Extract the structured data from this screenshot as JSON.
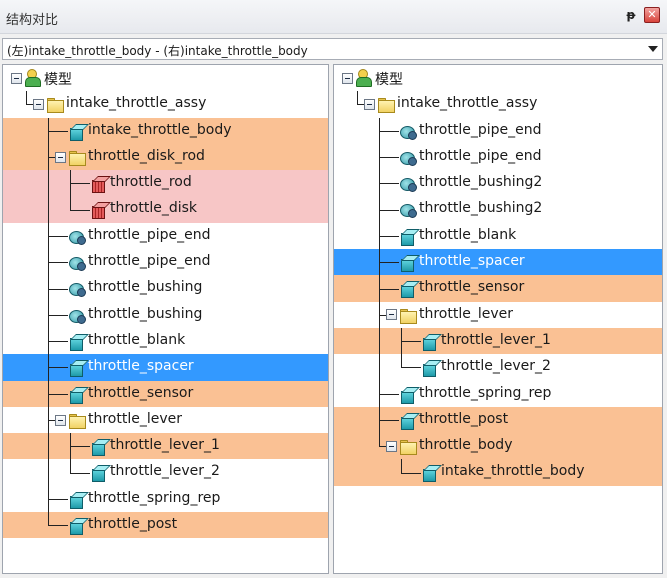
{
  "window": {
    "title": "结构对比",
    "pin_glyph": "ᵽ",
    "close_glyph": "✕"
  },
  "compare_select": {
    "value": "(左)intake_throttle_body - (右)intake_throttle_body"
  },
  "left_tree": [
    {
      "label": "模型",
      "icon": "model-icon",
      "depth": 0,
      "expander": true,
      "highlight": "none"
    },
    {
      "label": "intake_throttle_assy",
      "icon": "folder-icon",
      "depth": 1,
      "expander": true,
      "highlight": "none"
    },
    {
      "label": "intake_throttle_body",
      "icon": "part-icon",
      "depth": 2,
      "expander": false,
      "highlight": "orange"
    },
    {
      "label": "throttle_disk_rod",
      "icon": "folder-icon",
      "depth": 2,
      "expander": true,
      "highlight": "orange"
    },
    {
      "label": "throttle_rod",
      "icon": "red-part-icon",
      "depth": 3,
      "expander": false,
      "highlight": "pink"
    },
    {
      "label": "throttle_disk",
      "icon": "red-part-icon",
      "depth": 3,
      "expander": false,
      "highlight": "pink"
    },
    {
      "label": "throttle_pipe_end",
      "icon": "gear-part-icon",
      "depth": 2,
      "expander": false,
      "highlight": "none"
    },
    {
      "label": "throttle_pipe_end",
      "icon": "gear-part-icon",
      "depth": 2,
      "expander": false,
      "highlight": "none"
    },
    {
      "label": "throttle_bushing",
      "icon": "gear-part-icon",
      "depth": 2,
      "expander": false,
      "highlight": "none"
    },
    {
      "label": "throttle_bushing",
      "icon": "gear-part-icon",
      "depth": 2,
      "expander": false,
      "highlight": "none"
    },
    {
      "label": "throttle_blank",
      "icon": "part-icon",
      "depth": 2,
      "expander": false,
      "highlight": "none"
    },
    {
      "label": "throttle_spacer",
      "icon": "part-icon",
      "depth": 2,
      "expander": false,
      "highlight": "blue"
    },
    {
      "label": "throttle_sensor",
      "icon": "part-icon",
      "depth": 2,
      "expander": false,
      "highlight": "orange"
    },
    {
      "label": "throttle_lever",
      "icon": "folder-icon",
      "depth": 2,
      "expander": true,
      "highlight": "none"
    },
    {
      "label": "throttle_lever_1",
      "icon": "part-icon",
      "depth": 3,
      "expander": false,
      "highlight": "orange"
    },
    {
      "label": "throttle_lever_2",
      "icon": "part-icon",
      "depth": 3,
      "expander": false,
      "highlight": "none"
    },
    {
      "label": "throttle_spring_rep",
      "icon": "part-icon",
      "depth": 2,
      "expander": false,
      "highlight": "none"
    },
    {
      "label": "throttle_post",
      "icon": "part-icon",
      "depth": 2,
      "expander": false,
      "highlight": "orange"
    }
  ],
  "right_tree": [
    {
      "label": "模型",
      "icon": "model-icon",
      "depth": 0,
      "expander": true,
      "highlight": "none"
    },
    {
      "label": "intake_throttle_assy",
      "icon": "folder-icon",
      "depth": 1,
      "expander": true,
      "highlight": "none"
    },
    {
      "label": "throttle_pipe_end",
      "icon": "gear-part-icon",
      "depth": 2,
      "expander": false,
      "highlight": "none"
    },
    {
      "label": "throttle_pipe_end",
      "icon": "gear-part-icon",
      "depth": 2,
      "expander": false,
      "highlight": "none"
    },
    {
      "label": "throttle_bushing2",
      "icon": "gear-part-icon",
      "depth": 2,
      "expander": false,
      "highlight": "none"
    },
    {
      "label": "throttle_bushing2",
      "icon": "gear-part-icon",
      "depth": 2,
      "expander": false,
      "highlight": "none"
    },
    {
      "label": "throttle_blank",
      "icon": "part-icon",
      "depth": 2,
      "expander": false,
      "highlight": "none"
    },
    {
      "label": "throttle_spacer",
      "icon": "part-icon",
      "depth": 2,
      "expander": false,
      "highlight": "blue"
    },
    {
      "label": "throttle_sensor",
      "icon": "part-icon",
      "depth": 2,
      "expander": false,
      "highlight": "orange"
    },
    {
      "label": "throttle_lever",
      "icon": "folder-icon",
      "depth": 2,
      "expander": true,
      "highlight": "none"
    },
    {
      "label": "throttle_lever_1",
      "icon": "part-icon",
      "depth": 3,
      "expander": false,
      "highlight": "orange"
    },
    {
      "label": "throttle_lever_2",
      "icon": "part-icon",
      "depth": 3,
      "expander": false,
      "highlight": "none"
    },
    {
      "label": "throttle_spring_rep",
      "icon": "part-icon",
      "depth": 2,
      "expander": false,
      "highlight": "none"
    },
    {
      "label": "throttle_post",
      "icon": "part-icon",
      "depth": 2,
      "expander": false,
      "highlight": "orange"
    },
    {
      "label": "throttle_body",
      "icon": "folder-icon",
      "depth": 2,
      "expander": true,
      "highlight": "orange"
    },
    {
      "label": "intake_throttle_body",
      "icon": "part-icon",
      "depth": 3,
      "expander": false,
      "highlight": "orange"
    }
  ]
}
